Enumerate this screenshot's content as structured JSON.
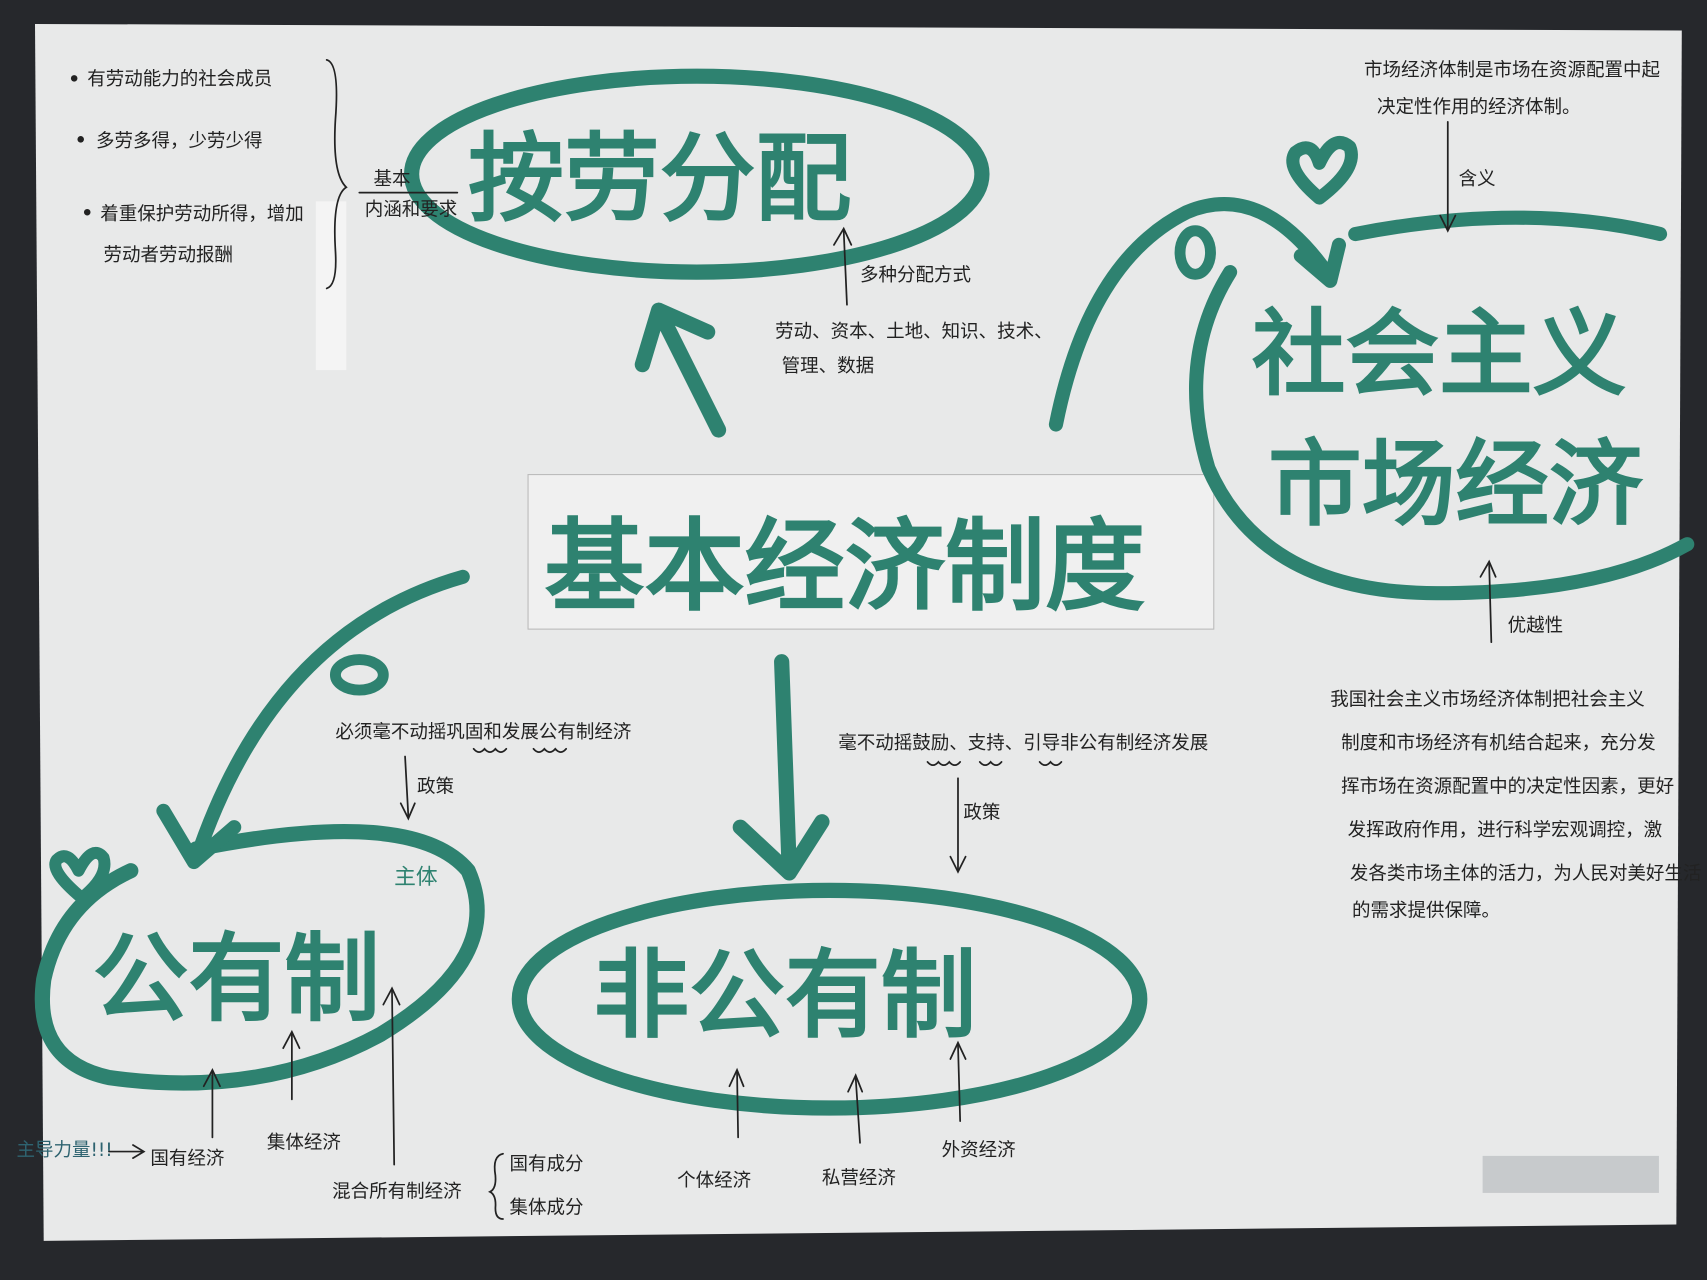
{
  "colors": {
    "marker_green": "#2e8270",
    "paper": "#e8e9e9",
    "background": "#26282c",
    "ink": "#222222"
  },
  "center": {
    "title": "基本经济制度"
  },
  "distribution": {
    "title": "按劳分配",
    "bullets": [
      "有劳动能力的社会成员",
      "多劳多得，少劳少得",
      "着重保护劳动所得，增加",
      "劳动者劳动报酬"
    ],
    "link_label_top": "基本",
    "link_label_bottom": "内涵和要求",
    "sub_label": "多种分配方式",
    "factors_line1": "劳动、资本、土地、知识、技术、",
    "factors_line2": "管理、数据"
  },
  "market": {
    "title_line1": "社会主义",
    "title_line2": "市场经济",
    "definition_line1": "市场经济体制是市场在资源配置中起",
    "definition_line2": "决定性作用的经济体制。",
    "definition_label": "含义",
    "advantage_label": "优越性",
    "advantage_lines": [
      "我国社会主义市场经济体制把社会主义",
      "制度和市场经济有机结合起来，充分发",
      "挥市场在资源配置中的决定性因素，更好",
      "发挥政府作用，进行科学宏观调控，激",
      "发各类市场主体的活力，为人民对美好生活",
      "的需求提供保障。"
    ]
  },
  "public": {
    "title": "公有制",
    "policy_text": "必须毫不动摇巩固和发展公有制经济",
    "policy_label": "政策",
    "role_label": "主体",
    "leading_label": "主导力量!!!",
    "state_economy": "国有经济",
    "collective_economy": "集体经济",
    "mixed_economy": "混合所有制经济",
    "mixed_parts": [
      "国有成分",
      "集体成分"
    ]
  },
  "nonpublic": {
    "title": "非公有制",
    "policy_text": "毫不动摇鼓励、支持、引导非公有制经济发展",
    "policy_label": "政策",
    "types": [
      "个体经济",
      "私营经济",
      "外资经济"
    ]
  },
  "icons": [
    "heart-icon",
    "heart-icon"
  ]
}
